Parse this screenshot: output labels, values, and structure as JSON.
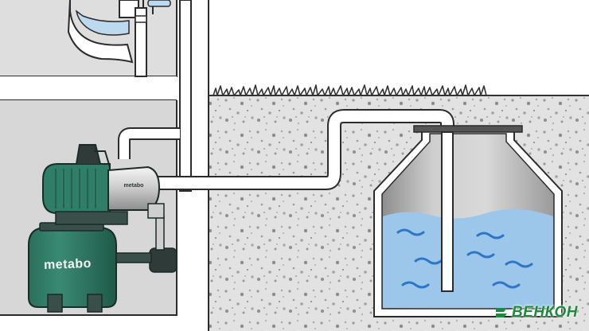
{
  "illustration": {
    "tank_brand": "metabo",
    "motor_brand": "metabo"
  },
  "watermark": {
    "brand": "ВЕНКОН",
    "icon": "venkon-logo-icon"
  },
  "colors": {
    "pump_green": "#2f7f68",
    "pump_dark": "#3a4f49",
    "water": "#9dc7ea",
    "water_wave": "#2c77c6",
    "soil": "#e4e4e4",
    "room_shadow": "#d6d6d6",
    "wall_outline": "#2b2b2b",
    "watermark_green": "#1f8a3c"
  }
}
